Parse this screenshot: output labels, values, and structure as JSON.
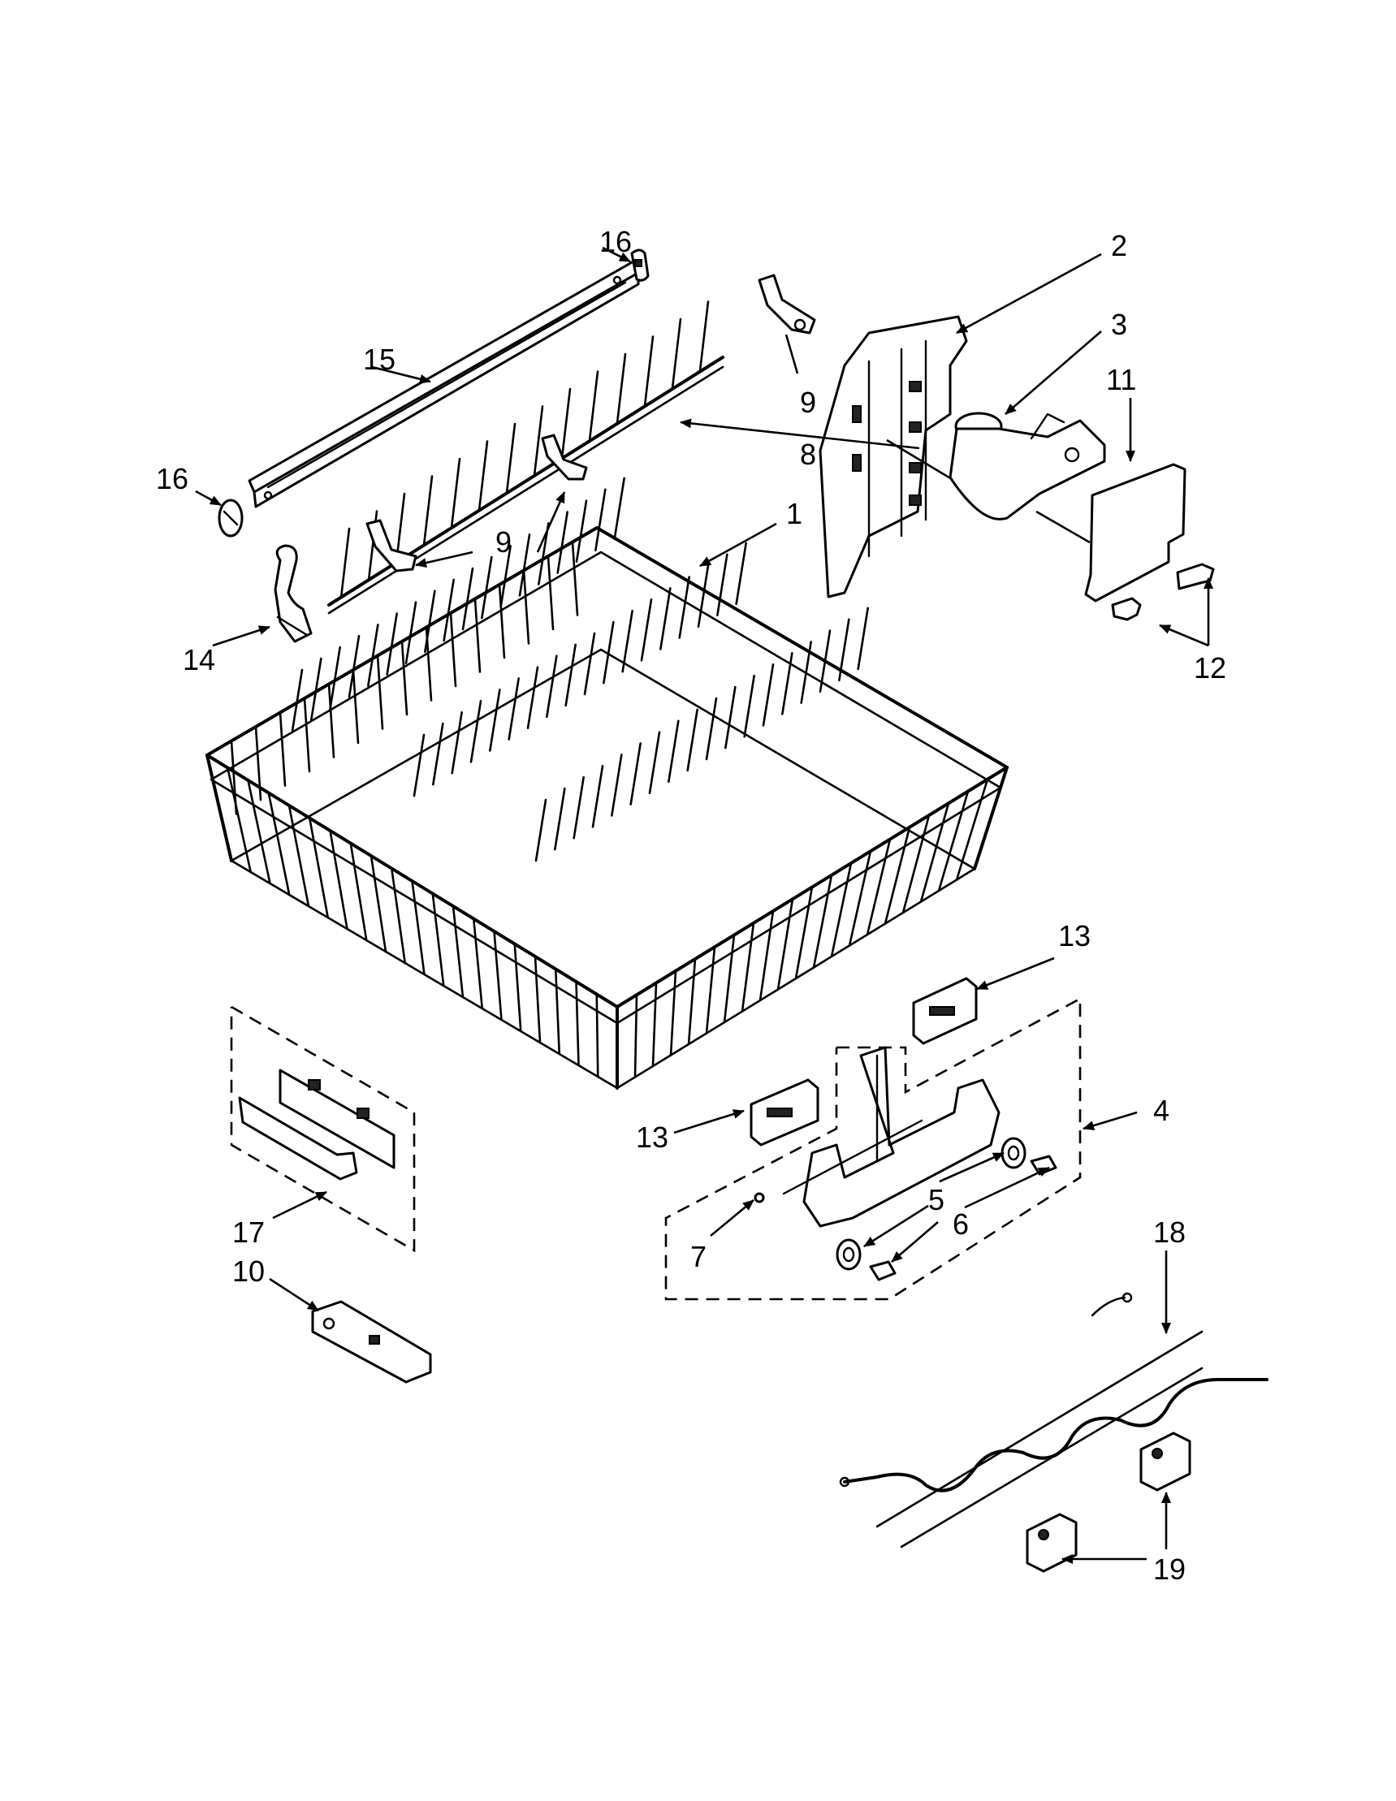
{
  "diagram": {
    "callouts": [
      {
        "id": "c1",
        "label": "1"
      },
      {
        "id": "c2",
        "label": "2"
      },
      {
        "id": "c3",
        "label": "3"
      },
      {
        "id": "c4",
        "label": "4"
      },
      {
        "id": "c5",
        "label": "5"
      },
      {
        "id": "c6",
        "label": "6"
      },
      {
        "id": "c7",
        "label": "7"
      },
      {
        "id": "c8",
        "label": "8"
      },
      {
        "id": "c9a",
        "label": "9"
      },
      {
        "id": "c9b",
        "label": "9"
      },
      {
        "id": "c10",
        "label": "10"
      },
      {
        "id": "c11",
        "label": "11"
      },
      {
        "id": "c12",
        "label": "12"
      },
      {
        "id": "c13a",
        "label": "13"
      },
      {
        "id": "c13b",
        "label": "13"
      },
      {
        "id": "c14",
        "label": "14"
      },
      {
        "id": "c15",
        "label": "15"
      },
      {
        "id": "c16a",
        "label": "16"
      },
      {
        "id": "c16b",
        "label": "16"
      },
      {
        "id": "c17",
        "label": "17"
      },
      {
        "id": "c18",
        "label": "18"
      },
      {
        "id": "c19",
        "label": "19"
      }
    ]
  }
}
